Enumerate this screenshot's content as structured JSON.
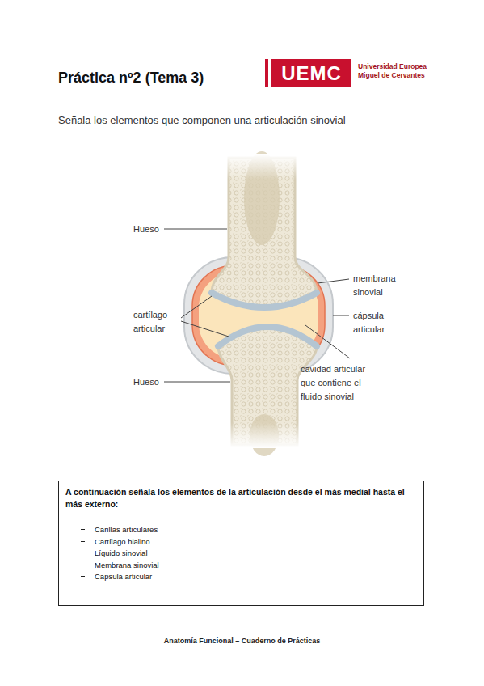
{
  "diagram": {
    "title": "Práctica nº2 (Tema 3)",
    "nodes": [
      {
        "text": [
          "UEMC"
        ]
      },
      {
        "text": [
          "A continuación señala los elementos de la articulación desde el más medial hasta el más externo:",
          "Carillas articulares",
          "Cartílago hialino",
          "Líquido sinovial",
          "Membrana sinovial",
          "Capsula articular"
        ]
      }
    ],
    "labels": [
      "Universidad Europea Miguel de Cervantes",
      "Señala los elementos que componen una articulación sinovial",
      "Hueso",
      "cartílago articular",
      "Hueso",
      "membrana sinovial",
      "cápsula articular",
      "cavidad articular que contiene el fluido sinovial",
      "Anatomía Funcional – Cuaderno de Prácticas"
    ]
  }
}
